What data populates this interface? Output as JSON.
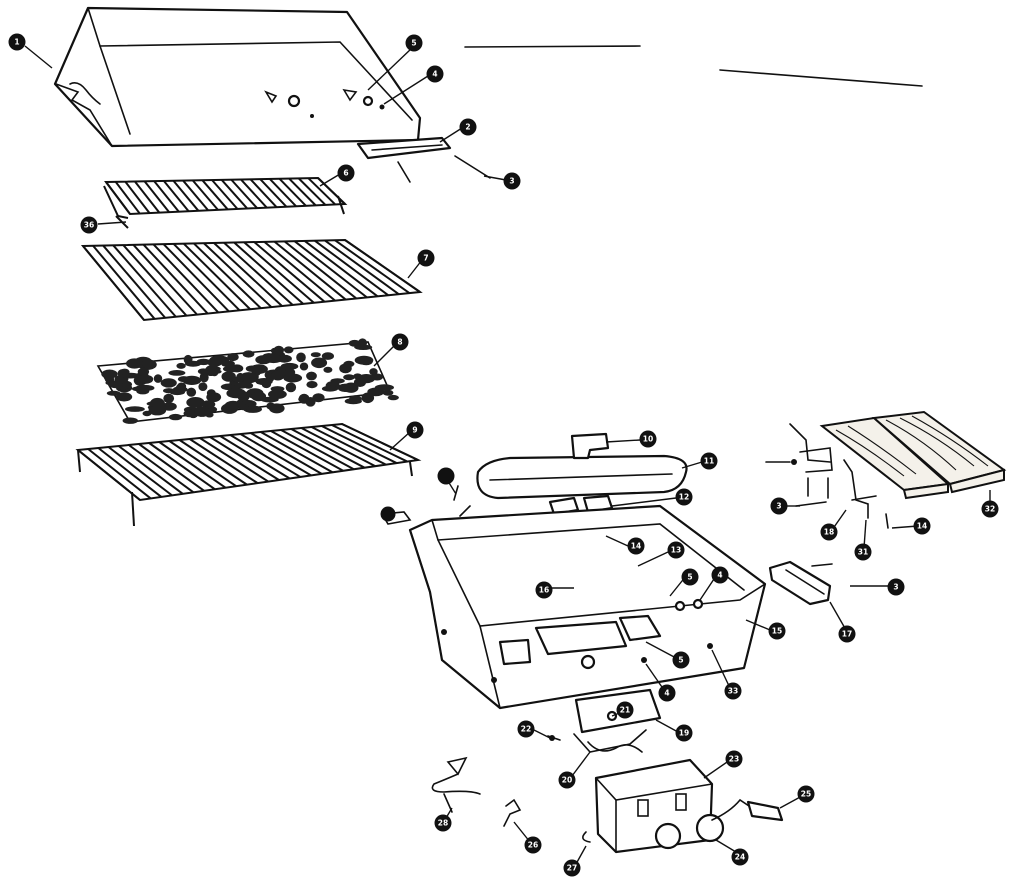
{
  "diagram": {
    "callouts": [
      {
        "id": "c-01",
        "label": "1"
      },
      {
        "id": "c-02",
        "label": "2"
      },
      {
        "id": "c-03a",
        "label": "3"
      },
      {
        "id": "c-05a",
        "label": "5"
      },
      {
        "id": "c-04a",
        "label": "4"
      },
      {
        "id": "c-06",
        "label": "6"
      },
      {
        "id": "c-36",
        "label": "36"
      },
      {
        "id": "c-07",
        "label": "7"
      },
      {
        "id": "c-08",
        "label": "8"
      },
      {
        "id": "c-09",
        "label": "9"
      },
      {
        "id": "c-10",
        "label": "10"
      },
      {
        "id": "c-11",
        "label": "11"
      },
      {
        "id": "c-12",
        "label": "12"
      },
      {
        "id": "c-14a",
        "label": "14"
      },
      {
        "id": "c-13",
        "label": "13"
      },
      {
        "id": "c-16",
        "label": "16"
      },
      {
        "id": "c-05b",
        "label": "5"
      },
      {
        "id": "c-04b",
        "label": "4"
      },
      {
        "id": "c-15",
        "label": "15"
      },
      {
        "id": "c-05c",
        "label": "5"
      },
      {
        "id": "c-04c",
        "label": "4"
      },
      {
        "id": "c-33",
        "label": "33"
      },
      {
        "id": "c-17",
        "label": "17"
      },
      {
        "id": "c-03b",
        "label": "3"
      },
      {
        "id": "c-03c",
        "label": "3"
      },
      {
        "id": "c-18",
        "label": "18"
      },
      {
        "id": "c-31",
        "label": "31"
      },
      {
        "id": "c-14b",
        "label": "14"
      },
      {
        "id": "c-32",
        "label": "32"
      },
      {
        "id": "c-22",
        "label": "22"
      },
      {
        "id": "c-21",
        "label": "21"
      },
      {
        "id": "c-19",
        "label": "19"
      },
      {
        "id": "c-20",
        "label": "20"
      },
      {
        "id": "c-23",
        "label": "23"
      },
      {
        "id": "c-25",
        "label": "25"
      },
      {
        "id": "c-24",
        "label": "24"
      },
      {
        "id": "c-28",
        "label": "28"
      },
      {
        "id": "c-26",
        "label": "26"
      },
      {
        "id": "c-27",
        "label": "27"
      },
      {
        "id": "c-34",
        "label": ""
      },
      {
        "id": "c-35",
        "label": ""
      }
    ]
  }
}
